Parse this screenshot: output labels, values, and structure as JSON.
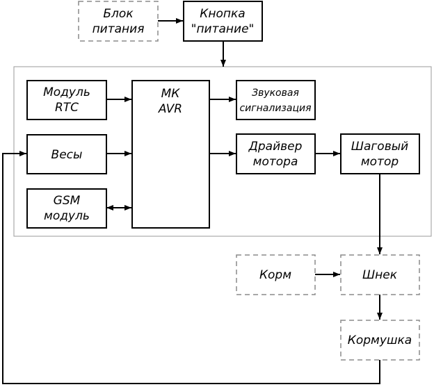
{
  "blocks": {
    "power_supply": [
      "Блок",
      "питания"
    ],
    "power_button": [
      "Кнопка",
      "\"питание\""
    ],
    "rtc": [
      "Модуль",
      "RTC"
    ],
    "scales": [
      "Весы"
    ],
    "gsm": [
      "GSM",
      "модуль"
    ],
    "mcu": [
      "МК",
      "AVR"
    ],
    "sound": [
      "Звуковая",
      "сигнализация"
    ],
    "driver": [
      "Драйвер",
      "мотора"
    ],
    "stepper": [
      "Шаговый",
      "мотор"
    ],
    "feed": [
      "Корм"
    ],
    "auger": [
      "Шнек"
    ],
    "feeder": [
      "Кормушка"
    ]
  }
}
